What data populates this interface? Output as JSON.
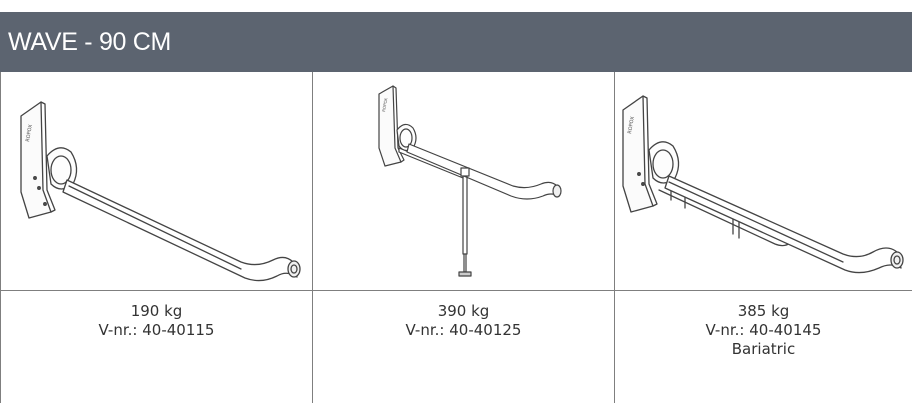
{
  "header": {
    "title": "WAVE - 90 CM"
  },
  "products": [
    {
      "weight": "190 kg",
      "vnr": "V-nr.: 40-40115",
      "note": "",
      "image": "wave-grab-bar-drawing"
    },
    {
      "weight": "390 kg",
      "vnr": "V-nr.: 40-40125",
      "note": "",
      "image": "wave-grab-bar-with-floor-leg-drawing"
    },
    {
      "weight": "385 kg",
      "vnr": "V-nr.: 40-40145",
      "note": "Bariatric",
      "image": "wave-bariatric-grab-bar-drawing"
    }
  ]
}
